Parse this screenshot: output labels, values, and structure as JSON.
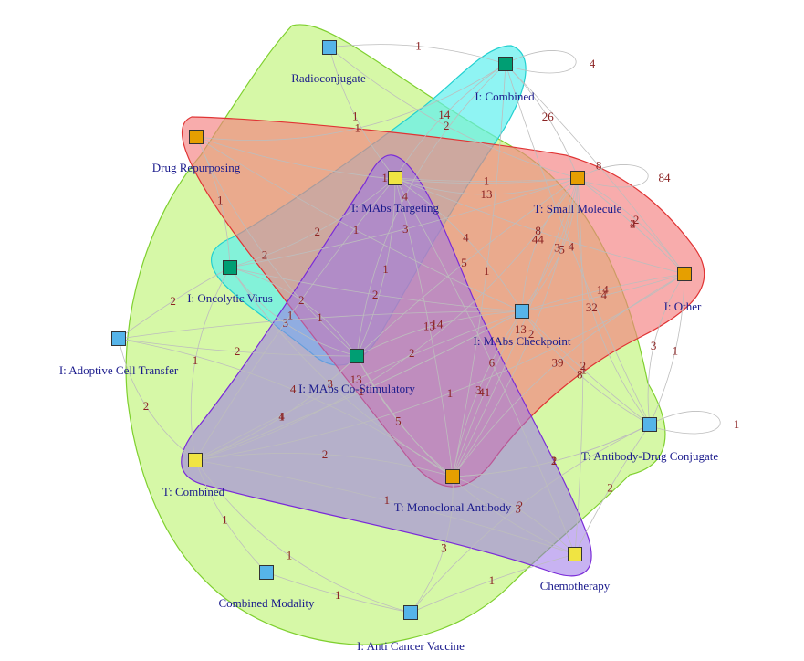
{
  "colors": {
    "orange": "#e69f00",
    "blue": "#56b4e9",
    "green": "#009e73",
    "yellow": "#f0e442",
    "label": "#1a1a8c",
    "edge_label": "#8b2323",
    "edge": "#bdbdbd"
  },
  "groups": [
    {
      "id": "green",
      "fill": "#c8f58a",
      "stroke": "#7fd02f"
    },
    {
      "id": "cyan",
      "fill": "#5ff0ee",
      "stroke": "#22d0d0"
    },
    {
      "id": "red",
      "fill": "#f47f7f",
      "stroke": "#e03434"
    },
    {
      "id": "purple",
      "fill": "#9a74e8",
      "stroke": "#7a2bd8"
    }
  ],
  "nodes": [
    {
      "id": "radioconjugate",
      "label": "Radioconjugate",
      "color": "blue"
    },
    {
      "id": "i_combined",
      "label": "I: Combined",
      "color": "green"
    },
    {
      "id": "drug_repurposing",
      "label": "Drug Repurposing",
      "color": "orange"
    },
    {
      "id": "i_mabs_targeting",
      "label": "I: MAbs Targeting",
      "color": "yellow"
    },
    {
      "id": "t_small_molecule",
      "label": "T: Small Molecule",
      "color": "orange"
    },
    {
      "id": "i_oncolytic_virus",
      "label": "I: Oncolytic Virus",
      "color": "green"
    },
    {
      "id": "i_other",
      "label": "I: Other",
      "color": "orange"
    },
    {
      "id": "i_mabs_checkpoint",
      "label": "I: MAbs Checkpoint",
      "color": "blue"
    },
    {
      "id": "i_adoptive_cell_transfer",
      "label": "I: Adoptive Cell Transfer",
      "color": "blue"
    },
    {
      "id": "i_mabs_co_stimulatory",
      "label": "I: MAbs Co-Stimulatory",
      "color": "green"
    },
    {
      "id": "t_antibody_drug_conjugate",
      "label": "T: Antibody-Drug Conjugate",
      "color": "blue"
    },
    {
      "id": "t_combined",
      "label": "T: Combined",
      "color": "yellow"
    },
    {
      "id": "t_monoclonal_antibody",
      "label": "T: Monoclonal Antibody",
      "color": "orange"
    },
    {
      "id": "chemotherapy",
      "label": "Chemotherapy",
      "color": "yellow"
    },
    {
      "id": "combined_modality",
      "label": "Combined Modality",
      "color": "blue"
    },
    {
      "id": "i_anti_cancer_vaccine",
      "label": "I: Anti Cancer Vaccine",
      "color": "blue"
    }
  ],
  "edges": [
    {
      "from": "radioconjugate",
      "to": "i_combined",
      "weight": "1"
    },
    {
      "from": "i_combined",
      "to": "i_combined",
      "weight": "4"
    },
    {
      "from": "t_small_molecule",
      "to": "t_small_molecule",
      "weight": "84"
    },
    {
      "from": "radioconjugate",
      "to": "t_small_molecule",
      "weight": "2"
    },
    {
      "from": "drug_repurposing",
      "to": "i_combined",
      "weight": "1"
    },
    {
      "from": "i_combined",
      "to": "t_small_molecule",
      "weight": "26"
    },
    {
      "from": "i_combined",
      "to": "i_other",
      "weight": "8"
    },
    {
      "from": "drug_repurposing",
      "to": "i_mabs_checkpoint",
      "weight": "1"
    },
    {
      "from": "drug_repurposing",
      "to": "t_small_molecule",
      "weight": "1"
    },
    {
      "from": "i_mabs_targeting",
      "to": "t_small_molecule",
      "weight": "13"
    },
    {
      "from": "i_mabs_targeting",
      "to": "i_combined",
      "weight": "14"
    },
    {
      "from": "i_combined",
      "to": "t_monoclonal_antibody",
      "weight": "1"
    },
    {
      "from": "i_oncolytic_virus",
      "to": "t_small_molecule",
      "weight": "3"
    },
    {
      "from": "i_oncolytic_virus",
      "to": "drug_repurposing",
      "weight": "1"
    },
    {
      "from": "i_combined",
      "to": "i_mabs_co_stimulatory",
      "weight": "4"
    },
    {
      "from": "i_mabs_targeting",
      "to": "i_mabs_checkpoint",
      "weight": "4"
    },
    {
      "from": "i_mabs_targeting",
      "to": "t_monoclonal_antibody",
      "weight": "13"
    },
    {
      "from": "i_mabs_targeting",
      "to": "i_other",
      "weight": "8"
    },
    {
      "from": "i_mabs_checkpoint",
      "to": "t_small_molecule",
      "weight": "3"
    },
    {
      "from": "t_small_molecule",
      "to": "i_mabs_checkpoint",
      "weight": "44"
    },
    {
      "from": "t_small_molecule",
      "to": "t_monoclonal_antibody",
      "weight": "2"
    },
    {
      "from": "t_small_molecule",
      "to": "i_other",
      "weight": "4"
    },
    {
      "from": "i_combined",
      "to": "t_antibody_drug_conjugate",
      "weight": "4"
    },
    {
      "from": "i_oncolytic_virus",
      "to": "i_mabs_targeting",
      "weight": "2"
    },
    {
      "from": "i_oncolytic_virus",
      "to": "i_mabs_co_stimulatory",
      "weight": "3"
    },
    {
      "from": "i_mabs_targeting",
      "to": "i_mabs_co_stimulatory",
      "weight": "1"
    },
    {
      "from": "i_mabs_targeting",
      "to": "chemotherapy",
      "weight": "6"
    },
    {
      "from": "i_mabs_targeting",
      "to": "t_combined",
      "weight": "1"
    },
    {
      "from": "i_mabs_checkpoint",
      "to": "t_monoclonal_antibody",
      "weight": "3"
    },
    {
      "from": "i_mabs_checkpoint",
      "to": "t_small_molecule",
      "weight": "5"
    },
    {
      "from": "t_monoclonal_antibody",
      "to": "i_other",
      "weight": "39"
    },
    {
      "from": "t_small_molecule",
      "to": "chemotherapy",
      "weight": "2"
    },
    {
      "from": "i_other",
      "to": "i_mabs_checkpoint",
      "weight": "14"
    },
    {
      "from": "i_other",
      "to": "t_small_molecule",
      "weight": "2"
    },
    {
      "from": "i_mabs_co_stimulatory",
      "to": "i_oncolytic_virus",
      "weight": "2"
    },
    {
      "from": "i_mabs_co_stimulatory",
      "to": "drug_repurposing",
      "weight": "2"
    },
    {
      "from": "i_mabs_co_stimulatory",
      "to": "t_small_molecule",
      "weight": "5"
    },
    {
      "from": "i_oncolytic_virus",
      "to": "i_mabs_checkpoint",
      "weight": "2"
    },
    {
      "from": "i_oncolytic_virus",
      "to": "t_monoclonal_antibody",
      "weight": "3"
    },
    {
      "from": "i_oncolytic_virus",
      "to": "t_combined",
      "weight": "1"
    },
    {
      "from": "i_mabs_co_stimulatory",
      "to": "t_combined",
      "weight": "1"
    },
    {
      "from": "t_monoclonal_antibody",
      "to": "i_mabs_checkpoint",
      "weight": "41"
    },
    {
      "from": "i_mabs_checkpoint",
      "to": "i_other",
      "weight": "4"
    },
    {
      "from": "t_monoclonal_antibody",
      "to": "t_antibody_drug_conjugate",
      "weight": "2"
    },
    {
      "from": "t_small_molecule",
      "to": "t_antibody_drug_conjugate",
      "weight": "32"
    },
    {
      "from": "i_other",
      "to": "t_antibody_drug_conjugate",
      "weight": "1"
    },
    {
      "from": "i_adoptive_cell_transfer",
      "to": "i_oncolytic_virus",
      "weight": "2"
    },
    {
      "from": "i_adoptive_cell_transfer",
      "to": "i_mabs_co_stimulatory",
      "weight": "2"
    },
    {
      "from": "i_mabs_co_stimulatory",
      "to": "t_monoclonal_antibody",
      "weight": "5"
    },
    {
      "from": "i_mabs_co_stimulatory",
      "to": "chemotherapy",
      "weight": "1"
    },
    {
      "from": "i_mabs_co_stimulatory",
      "to": "i_mabs_checkpoint",
      "weight": "14"
    },
    {
      "from": "i_mabs_checkpoint",
      "to": "t_combined",
      "weight": "1"
    },
    {
      "from": "t_monoclonal_antibody",
      "to": "t_small_molecule",
      "weight": "13"
    },
    {
      "from": "i_mabs_checkpoint",
      "to": "t_antibody_drug_conjugate",
      "weight": "8"
    },
    {
      "from": "i_adoptive_cell_transfer",
      "to": "t_combined",
      "weight": "2"
    },
    {
      "from": "i_adoptive_cell_transfer",
      "to": "t_monoclonal_antibody",
      "weight": "4"
    },
    {
      "from": "i_adoptive_cell_transfer",
      "to": "i_mabs_checkpoint",
      "weight": "1"
    },
    {
      "from": "t_combined",
      "to": "i_mabs_checkpoint",
      "weight": "1"
    },
    {
      "from": "t_combined",
      "to": "i_mabs_co_stimulatory",
      "weight": "4"
    },
    {
      "from": "i_anti_cancer_vaccine",
      "to": "t_monoclonal_antibody",
      "weight": "3"
    },
    {
      "from": "t_combined",
      "to": "t_monoclonal_antibody",
      "weight": "2"
    },
    {
      "from": "t_combined",
      "to": "i_mabs_checkpoint",
      "weight": "13"
    },
    {
      "from": "i_mabs_checkpoint",
      "to": "t_antibody_drug_conjugate",
      "weight": "1"
    },
    {
      "from": "t_combined",
      "to": "i_other",
      "weight": "1"
    },
    {
      "from": "t_combined",
      "to": "t_small_molecule",
      "weight": "2"
    },
    {
      "from": "t_monoclonal_antibody",
      "to": "chemotherapy",
      "weight": "3"
    },
    {
      "from": "t_combined",
      "to": "chemotherapy",
      "weight": "1"
    },
    {
      "from": "t_antibody_drug_conjugate",
      "to": "chemotherapy",
      "weight": "2"
    },
    {
      "from": "t_combined",
      "to": "combined_modality",
      "weight": "1"
    },
    {
      "from": "t_combined",
      "to": "i_anti_cancer_vaccine",
      "weight": "1"
    },
    {
      "from": "t_antibody_drug_conjugate",
      "to": "t_monoclonal_antibody",
      "weight": "1"
    },
    {
      "from": "i_anti_cancer_vaccine",
      "to": "combined_modality",
      "weight": "1"
    },
    {
      "from": "chemotherapy",
      "to": "i_anti_cancer_vaccine",
      "weight": "1"
    },
    {
      "from": "t_antibody_drug_conjugate",
      "to": "i_anti_cancer_vaccine",
      "weight": "2"
    },
    {
      "from": "i_other",
      "to": "t_antibody_drug_conjugate",
      "weight": "3"
    },
    {
      "from": "t_antibody_drug_conjugate",
      "to": "t_antibody_drug_conjugate",
      "weight": "1"
    },
    {
      "from": "t_small_molecule",
      "to": "i_other",
      "weight": "2"
    },
    {
      "from": "i_mabs_targeting",
      "to": "t_small_molecule",
      "weight": "1"
    },
    {
      "from": "radioconjugate",
      "to": "i_mabs_targeting",
      "weight": "1"
    }
  ]
}
